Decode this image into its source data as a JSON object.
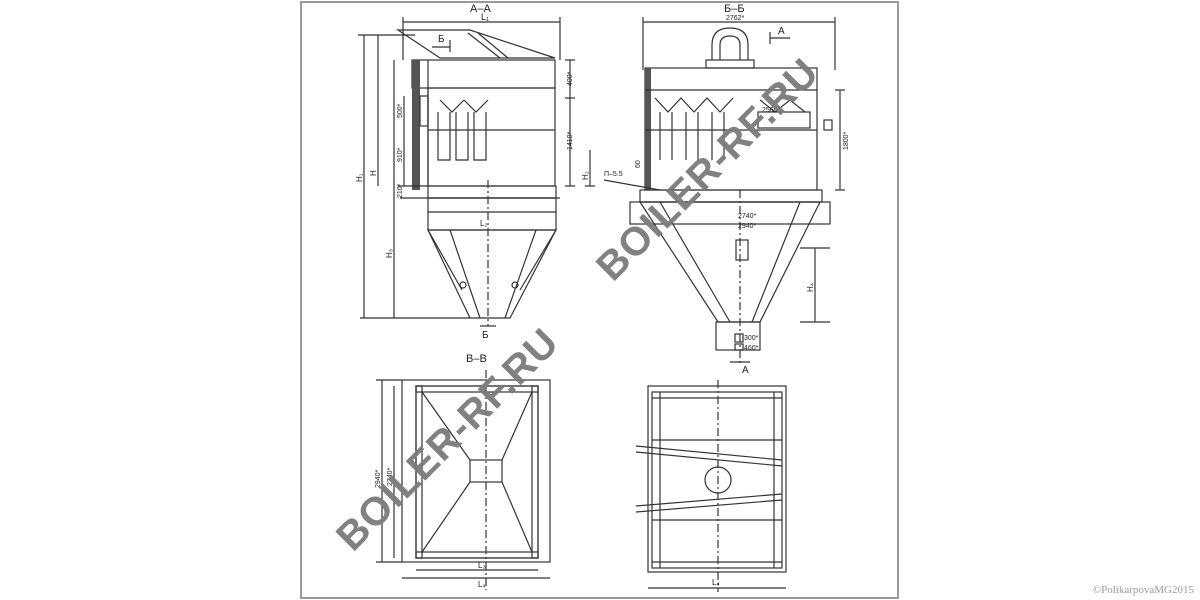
{
  "sections": {
    "aa": "А–А",
    "bb": "Б–Б",
    "vv": "В–В"
  },
  "markers": {
    "b": "Б",
    "a": "A"
  },
  "dims": {
    "aa_width": "L₁",
    "aa_400": "400*",
    "aa_500": "500*",
    "aa_1410": "1410*",
    "aa_910": "910*",
    "aa_210": "210*",
    "aa_H1": "H₁",
    "aa_H": "H",
    "aa_H2": "H₂",
    "aa_H3": "H₃",
    "aa_L2": "L₂",
    "bb_2762": "2762*",
    "bb_2560": "2560*",
    "bb_1800": "1800*",
    "bb_2740": "2740*",
    "bb_2940": "2940*",
    "bb_ds": "П–5.5",
    "bb_H4": "H₄",
    "bb_300": "300*",
    "bb_460": "460*",
    "bb_60": "60",
    "vv_2940": "2940*",
    "vv_2740": "2740*",
    "vv_L3": "L₃",
    "vv_L4": "L₄",
    "plan_L5": "L₄"
  },
  "watermark": "BOILER-RF.RU",
  "copyright": "©PolikarpovaMG2015",
  "colors": {
    "line": "#333333",
    "frame": "#9a9a9a",
    "watermark": "#7b7b7b"
  }
}
